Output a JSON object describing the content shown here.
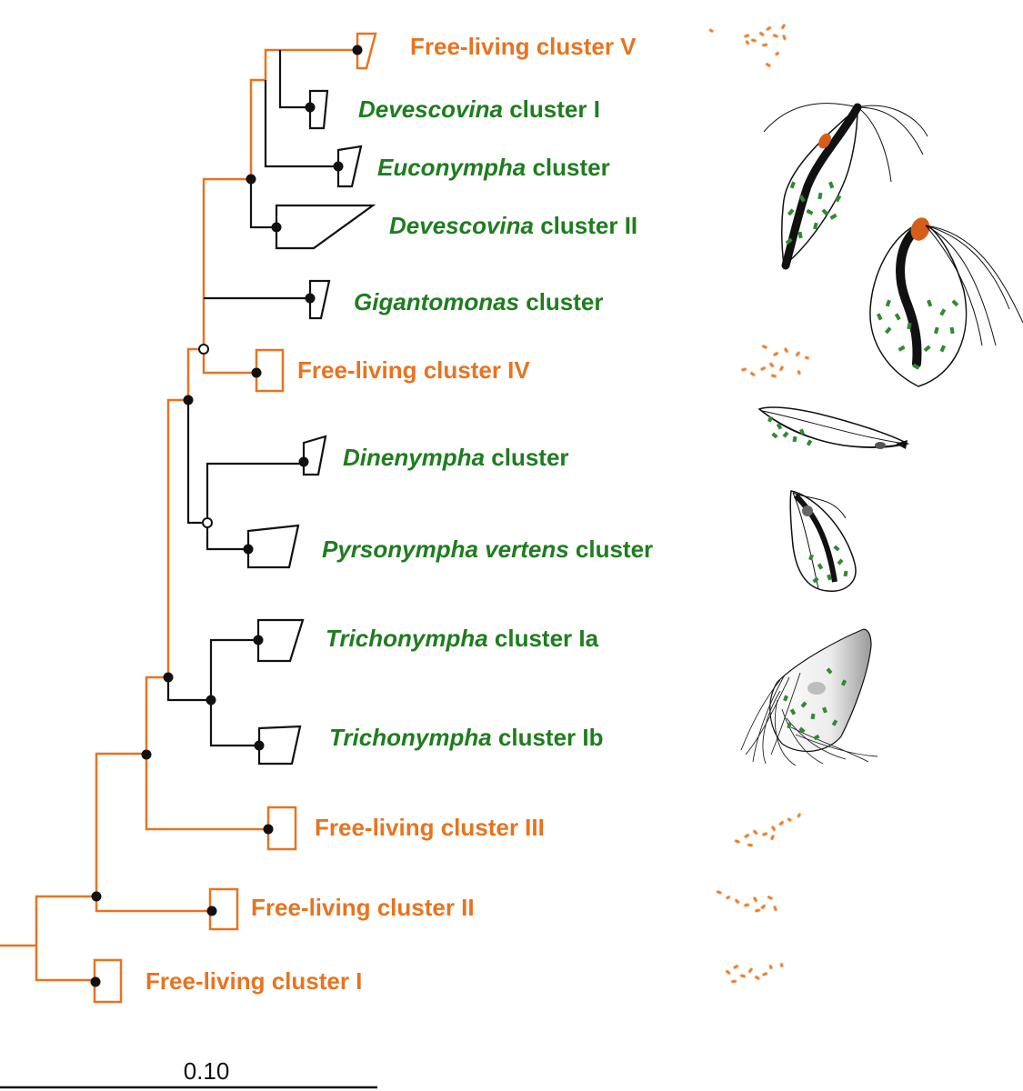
{
  "scale_bar": {
    "label": "0.10"
  },
  "colors": {
    "free_living": "#E8731F",
    "symbiont": "#1E7D1E",
    "branch_free": "#E8731F",
    "branch_sym": "#000000"
  },
  "clusters": [
    {
      "id": "fl5",
      "type": "free",
      "name": "Free-living cluster V",
      "italic": "",
      "rest": ""
    },
    {
      "id": "dev1",
      "type": "sym",
      "name": "",
      "italic": "Devescovina",
      "rest": " cluster I"
    },
    {
      "id": "euc",
      "type": "sym",
      "name": "",
      "italic": "Euconympha",
      "rest": " cluster"
    },
    {
      "id": "dev2",
      "type": "sym",
      "name": "",
      "italic": "Devescovina",
      "rest": " cluster II"
    },
    {
      "id": "gig",
      "type": "sym",
      "name": "",
      "italic": "Gigantomonas",
      "rest": " cluster"
    },
    {
      "id": "fl4",
      "type": "free",
      "name": "Free-living cluster IV",
      "italic": "",
      "rest": ""
    },
    {
      "id": "din",
      "type": "sym",
      "name": "",
      "italic": "Dinenympha",
      "rest": " cluster"
    },
    {
      "id": "pyr",
      "type": "sym",
      "name": "",
      "italic": "Pyrsonympha vertens",
      "rest": " cluster"
    },
    {
      "id": "tri1a",
      "type": "sym",
      "name": "",
      "italic": "Trichonympha",
      "rest": " cluster Ia"
    },
    {
      "id": "tri1b",
      "type": "sym",
      "name": "",
      "italic": "Trichonympha",
      "rest": " cluster Ib"
    },
    {
      "id": "fl3",
      "type": "free",
      "name": "Free-living cluster III",
      "italic": "",
      "rest": ""
    },
    {
      "id": "fl2",
      "type": "free",
      "name": "Free-living cluster II",
      "italic": "",
      "rest": ""
    },
    {
      "id": "fl1",
      "type": "free",
      "name": "Free-living cluster I",
      "italic": "",
      "rest": ""
    }
  ]
}
